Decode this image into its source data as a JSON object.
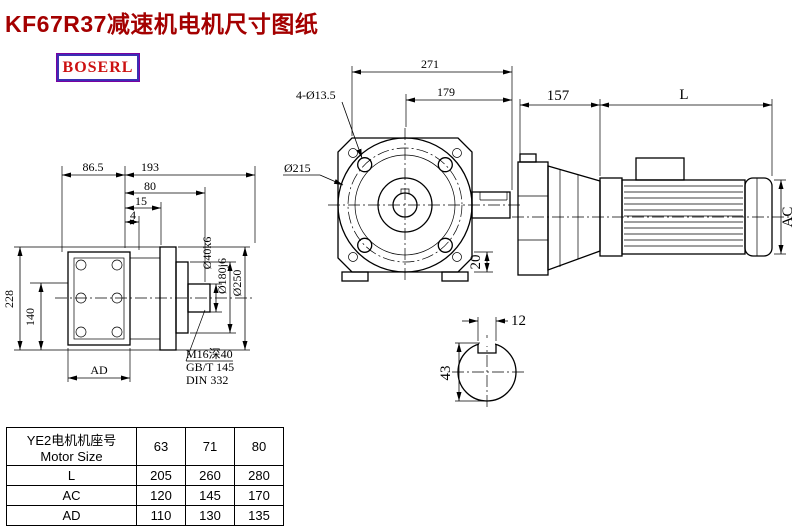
{
  "title": "KF67R37减速机电机尺寸图纸",
  "logo_text": "BOSERL",
  "views": {
    "left": {
      "dim_86_5": "86.5",
      "dim_193": "193",
      "dim_80": "80",
      "dim_15": "15",
      "dim_4": "4",
      "dim_228": "228",
      "dim_140": "140",
      "dim_ad": "AD",
      "label_shaft": "Ø40k6",
      "label_spigot": "Ø180j6",
      "label_flange": "Ø250",
      "note_thread": "M16深40",
      "note_gb": "GB/T 145",
      "note_din": "DIN 332"
    },
    "front": {
      "dim_271": "271",
      "dim_179": "179",
      "dim_holes": "4-Ø13.5",
      "dim_d215": "Ø215",
      "dim_20": "20"
    },
    "side": {
      "dim_157": "157",
      "dim_l": "L",
      "dim_ac": "AC"
    },
    "shaft_section": {
      "dim_12": "12",
      "dim_43": "43"
    }
  },
  "table": {
    "header_cn": "YE2电机机座号",
    "header_en": "Motor Size",
    "sizes": [
      "63",
      "71",
      "80"
    ],
    "rows": [
      {
        "label": "L",
        "values": [
          "205",
          "260",
          "280"
        ]
      },
      {
        "label": "AC",
        "values": [
          "120",
          "145",
          "170"
        ]
      },
      {
        "label": "AD",
        "values": [
          "110",
          "130",
          "135"
        ]
      }
    ]
  }
}
